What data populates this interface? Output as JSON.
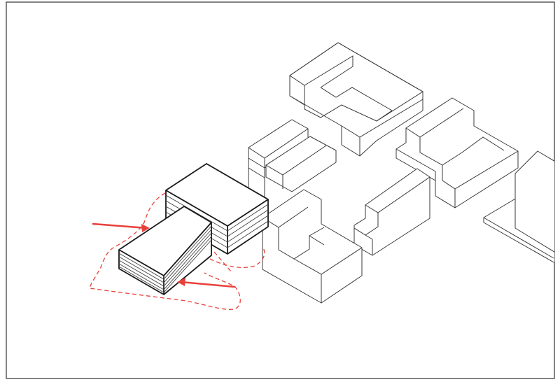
{
  "colors": {
    "accent": "#e8413b",
    "line": "#3a3a3a",
    "background": "#ffffff",
    "border": "#333333"
  },
  "diagram": {
    "type": "axonometric-massing",
    "site_boundary": "dashed",
    "arrows": 2,
    "highlighted_blocks": 2,
    "context_blocks": 7
  }
}
